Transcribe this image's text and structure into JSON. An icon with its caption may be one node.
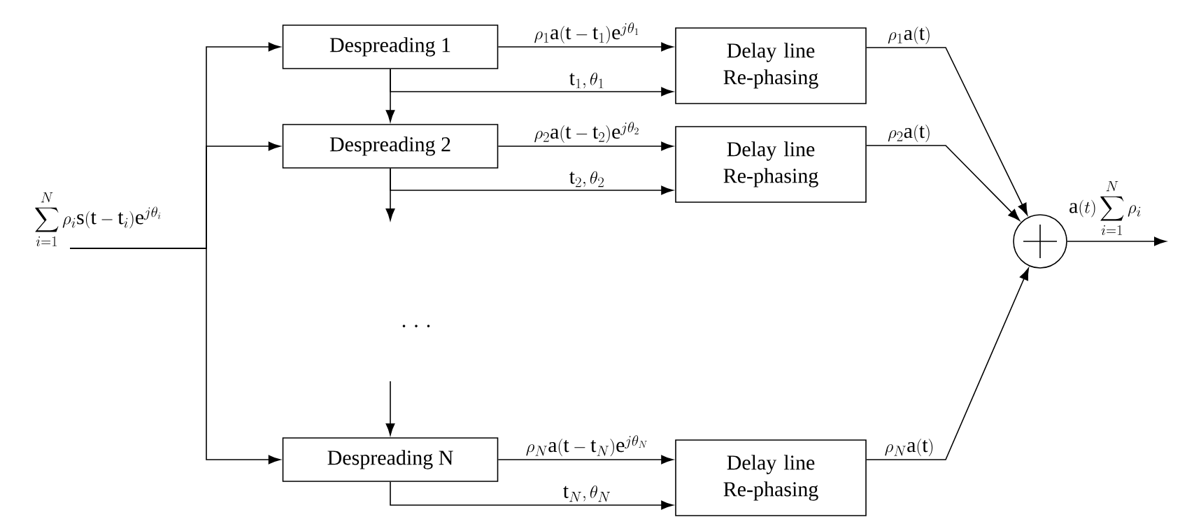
{
  "diagram": {
    "nodes": [
      {
        "text": [
          "\\sum_{i=1}^{N}\\rho_i \\mathrm{s}(\\mathrm{t}-\\mathrm{t}_i)\\mathrm{e}^{j\\theta_i}"
        ]
      },
      {
        "text": [
          "Despreading 1"
        ]
      },
      {
        "text": [
          "Despreading 2"
        ]
      },
      {
        "text": [
          "Despreading N"
        ]
      },
      {
        "text": [
          "Delay line Re-phasing"
        ]
      },
      {
        "text": [
          "Delay line Re-phasing"
        ]
      },
      {
        "text": [
          "Delay line Re-phasing"
        ]
      },
      {
        "text": [],
        "shape": "circle"
      }
    ],
    "edges": [
      {
        "from": 0,
        "to": 1,
        "arrow": "to"
      },
      {
        "from": 0,
        "to": 2,
        "arrow": "to"
      },
      {
        "from": 0,
        "to": 3,
        "arrow": "to"
      },
      {
        "from": 1,
        "to": 4,
        "arrow": "to",
        "label": "\\rho_1\\mathrm{a}(\\mathrm{t}-\\mathrm{t}_1)\\mathrm{e}^{j\\theta_1}"
      },
      {
        "from": 1,
        "to": 4,
        "arrow": "to",
        "label": "\\mathrm{t}_1,\\theta_1"
      },
      {
        "from": 1,
        "to": 2,
        "arrow": "to"
      },
      {
        "from": 2,
        "to": 5,
        "arrow": "to",
        "label": "\\rho_2\\mathrm{a}(\\mathrm{t}-\\mathrm{t}_2)\\mathrm{e}^{j\\theta_2}"
      },
      {
        "from": 2,
        "to": 5,
        "arrow": "to",
        "label": "\\mathrm{t}_2,\\theta_2"
      },
      {
        "from": 2,
        "to": null,
        "arrow": "to"
      },
      {
        "from": null,
        "to": 3,
        "arrow": "to"
      },
      {
        "from": 3,
        "to": 6,
        "arrow": "to",
        "label": "\\rho_N\\mathrm{a}(\\mathrm{t}-\\mathrm{t}_N)\\mathrm{e}^{j\\theta_N}"
      },
      {
        "from": 3,
        "to": 6,
        "arrow": "to",
        "label": "\\mathrm{t}_N,\\theta_N"
      },
      {
        "from": 4,
        "to": 7,
        "arrow": "to",
        "label": "\\rho_1\\mathrm{a}(\\mathrm{t})"
      },
      {
        "from": 5,
        "to": 7,
        "arrow": "to",
        "label": "\\rho_2\\mathrm{a}(\\mathrm{t})"
      },
      {
        "from": 6,
        "to": 7,
        "arrow": "to",
        "label": "\\rho_N\\mathrm{a}(\\mathrm{t})"
      },
      {
        "from": 7,
        "to": null,
        "arrow": "to",
        "label": "\\mathrm{a}(t)\\sum_{i=1}^{N}\\rho_i"
      }
    ],
    "labels": [
      "· · ·"
    ]
  }
}
